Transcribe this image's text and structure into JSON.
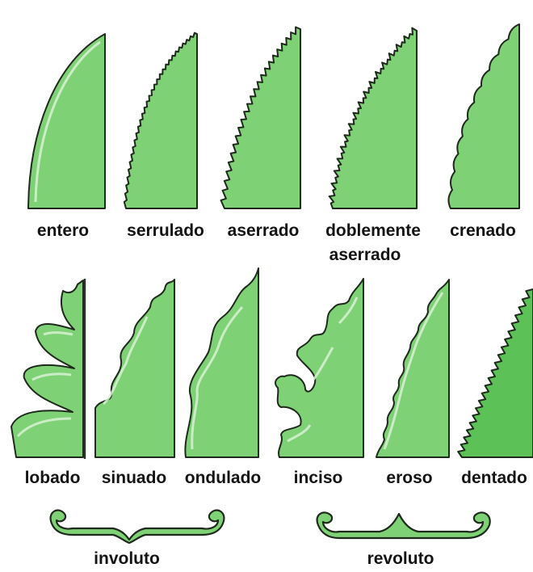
{
  "labels": {
    "entero": "entero",
    "serrulado": "serrulado",
    "aserrado": "aserrado",
    "doblemente_line1": "doblemente",
    "doblemente_line2": "aserrado",
    "crenado": "crenado",
    "lobado": "lobado",
    "sinuado": "sinuado",
    "ondulado": "ondulado",
    "inciso": "inciso",
    "eroso": "eroso",
    "dentado": "dentado",
    "involuto": "involuto",
    "revoluto": "revoluto"
  },
  "colors": {
    "leaf_fill": "#7fd176",
    "leaf_fill_dark": "#5cc257",
    "outline": "#1e2a1c",
    "highlight": "#d8f2d3"
  }
}
